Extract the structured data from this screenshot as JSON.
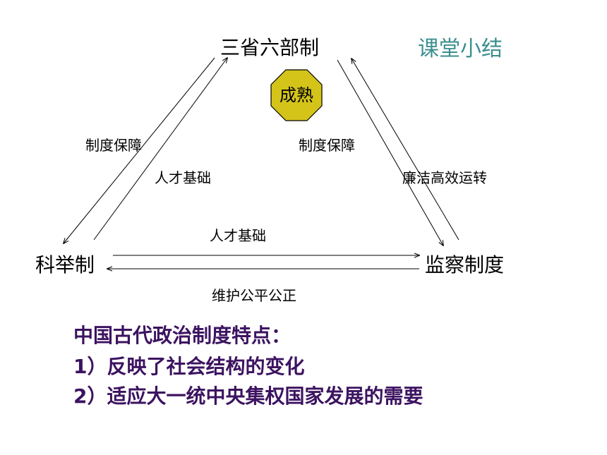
{
  "slide": {
    "title": "课堂小结",
    "center_badge": "成熟",
    "colors": {
      "title": "#3b8f8f",
      "summary": "#3c1360",
      "badge_fill": "#d4c41a"
    }
  },
  "nodes": {
    "top": "三省六部制",
    "left": "科举制",
    "right": "监察制度"
  },
  "edges": {
    "left_outer": "制度保障",
    "left_inner": "人才基础",
    "right_inner": "制度保障",
    "right_outer": "廉洁高效运转",
    "bottom_top": "人才基础",
    "bottom_bottom": "维护公平公正"
  },
  "summary": {
    "heading": "中国古代政治制度特点：",
    "points": [
      "1）反映了社会结构的变化",
      "2）适应大一统中央集权国家发展的需要"
    ]
  }
}
